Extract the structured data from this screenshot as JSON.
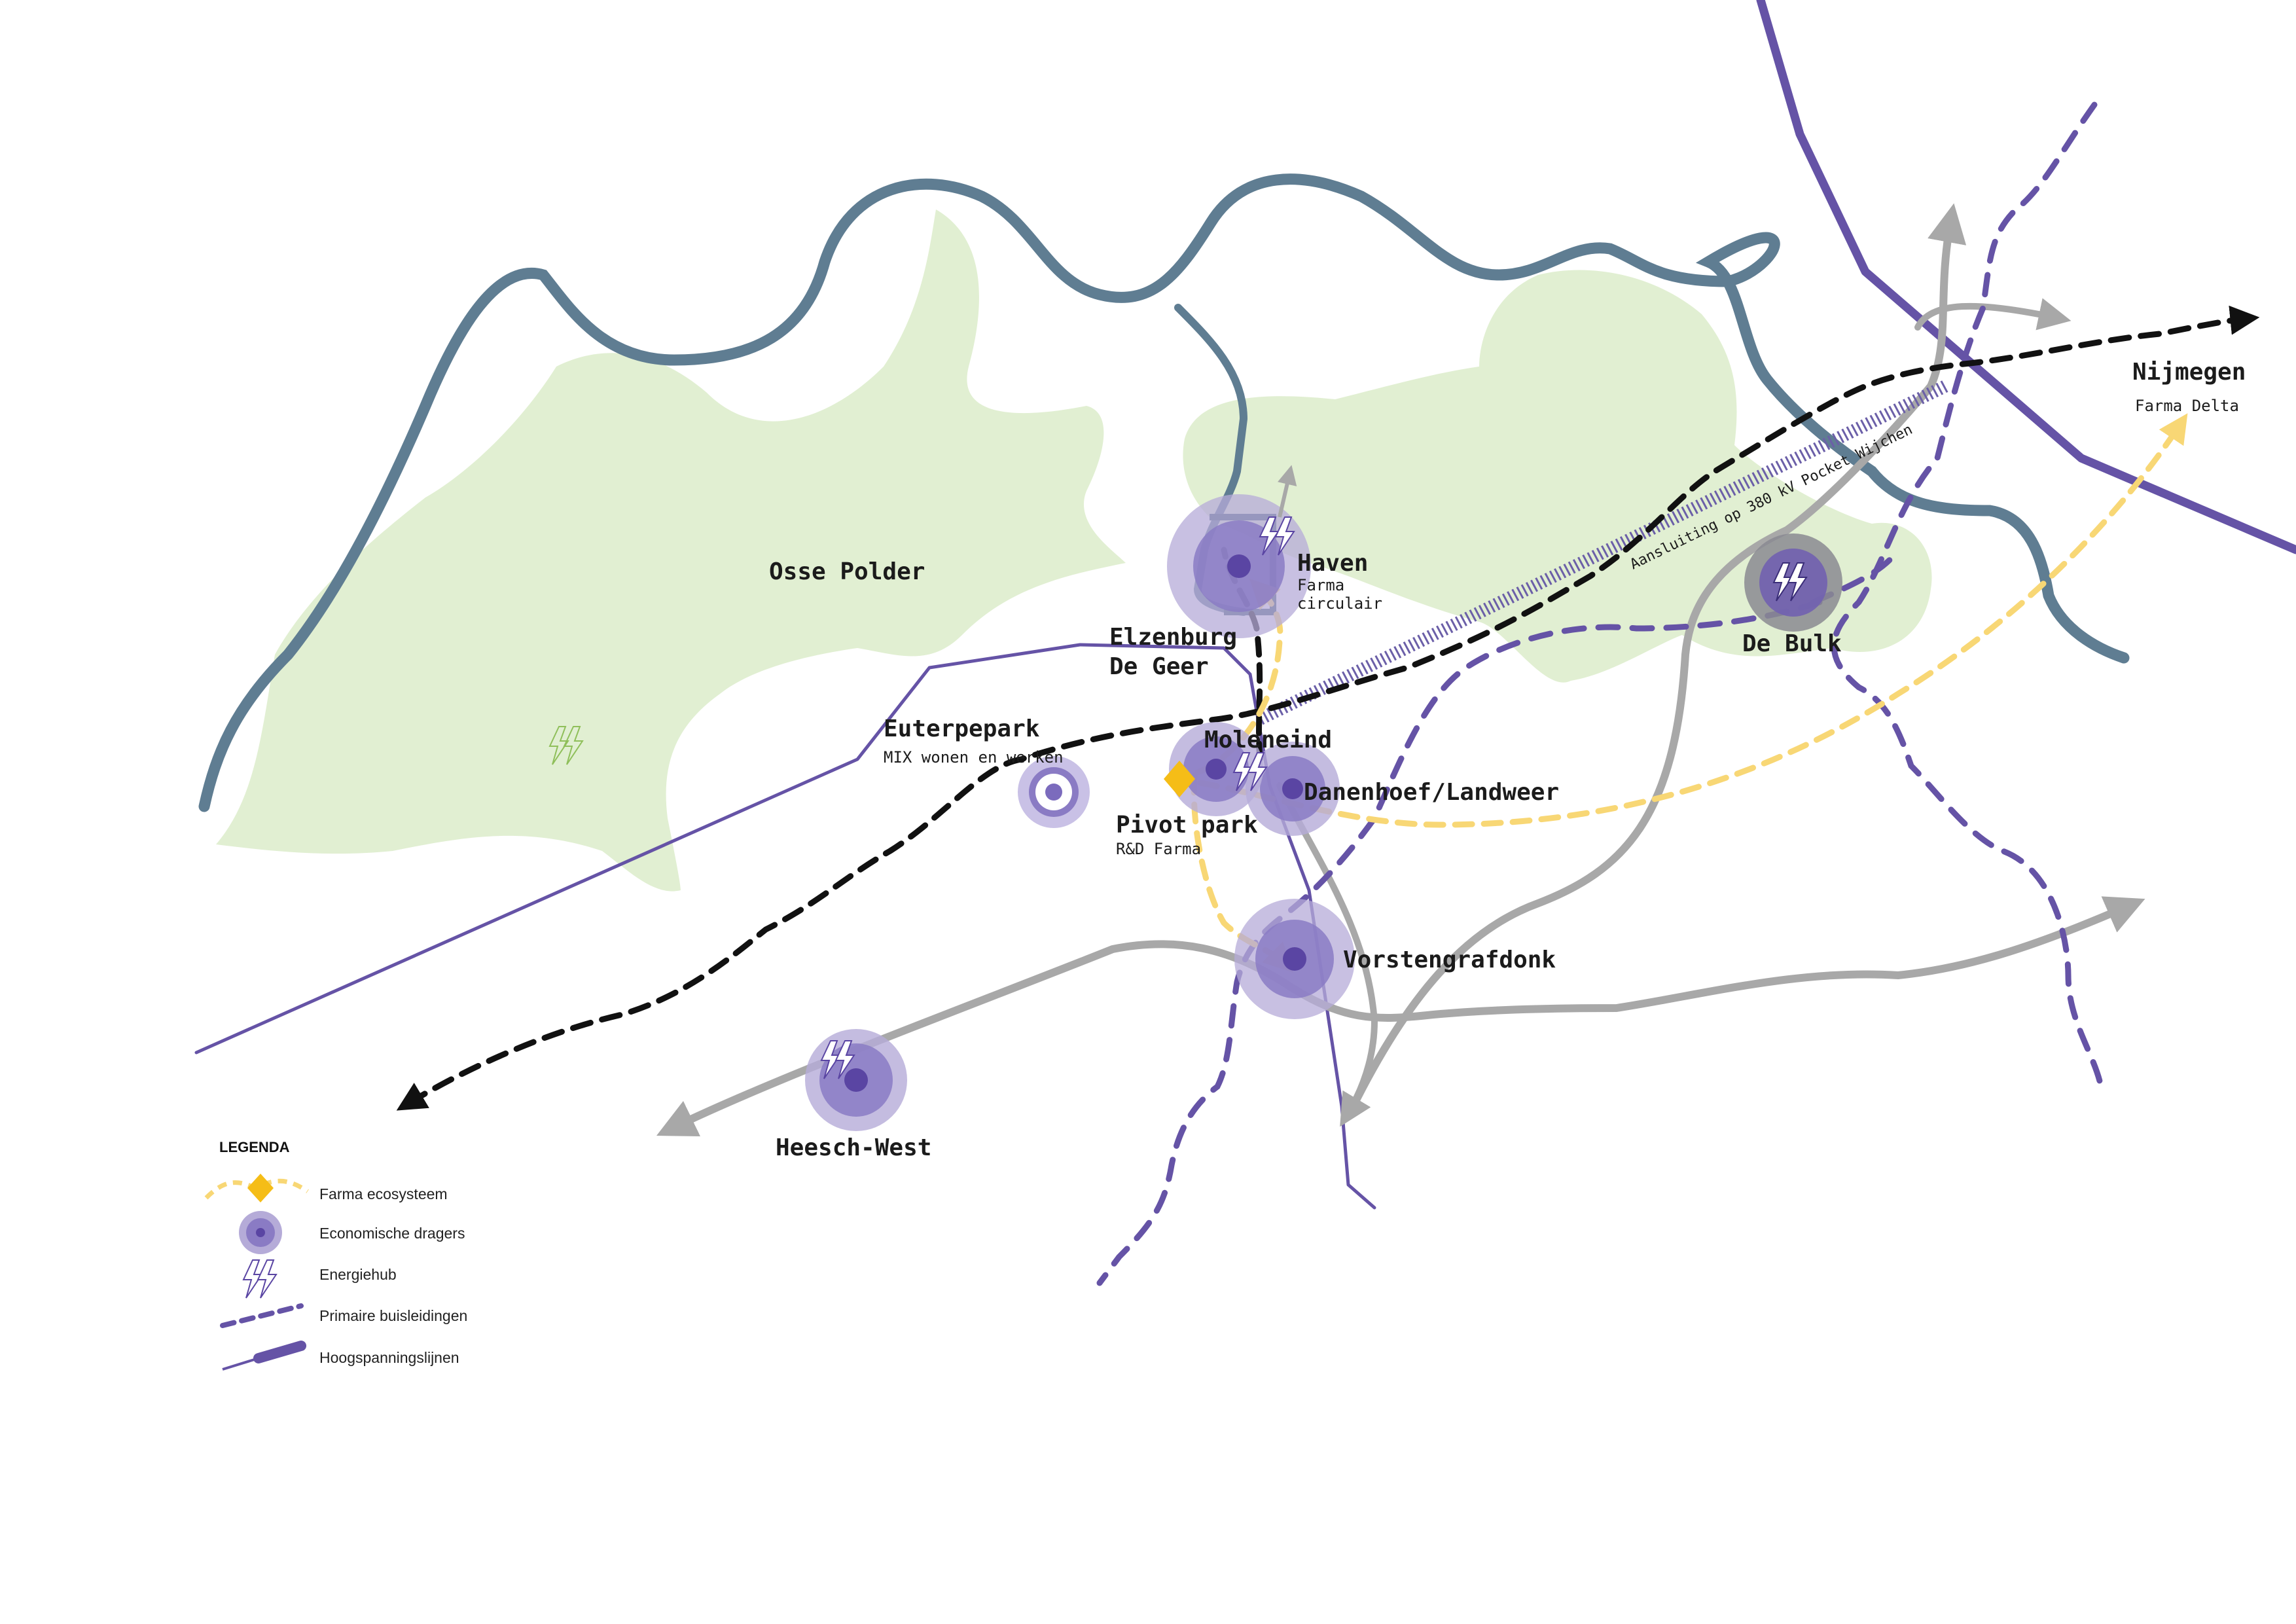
{
  "colors": {
    "river": "#5f7d92",
    "green_area": "#e1efd2",
    "purple": "#6553a6",
    "circle_outer": "#b5abd8",
    "circle_inner": "#8a7bc4",
    "circle_core": "#5a45a3",
    "gray_road": "#a8a8a8",
    "farma_yellow": "#f8d775",
    "farma_diamond": "#f5bd17",
    "black_route": "#111111",
    "hub_gray": "#7f7f86"
  },
  "labels": {
    "osse_polder": "Osse Polder",
    "haven": "Haven",
    "haven_sub1": "Farma",
    "haven_sub2": "circulair",
    "elzenburg1": "Elzenburg",
    "elzenburg2": "De Geer",
    "euterpepark": "Euterpepark",
    "euterpepark_sub": "MIX wonen en werken",
    "moleneind": "Moleneind",
    "danenhoef": "Danenhoef/Landweer",
    "pivot": "Pivot park",
    "pivot_sub": "R&D Farma",
    "vorstengrafdonk": "Vorstengrafdonk",
    "heesch_west": "Heesch-West",
    "de_bulk": "De Bulk",
    "nijmegen": "Nijmegen",
    "nijmegen_sub": "Farma Delta",
    "aansluiting": "Aansluiting op 380 kV Pocket Wijchen"
  },
  "legend": {
    "title": "LEGENDA",
    "items": [
      {
        "icon": "farma-ecosysteem-symbol",
        "label": "Farma ecosysteem"
      },
      {
        "icon": "economische-drager-symbol",
        "label": "Economische dragers"
      },
      {
        "icon": "energiehub-symbol",
        "label": "Energiehub"
      },
      {
        "icon": "dashed-pipeline-symbol",
        "label": "Primaire buisleidingen"
      },
      {
        "icon": "power-line-symbol",
        "label": "Hoogspanningslijnen"
      }
    ]
  }
}
